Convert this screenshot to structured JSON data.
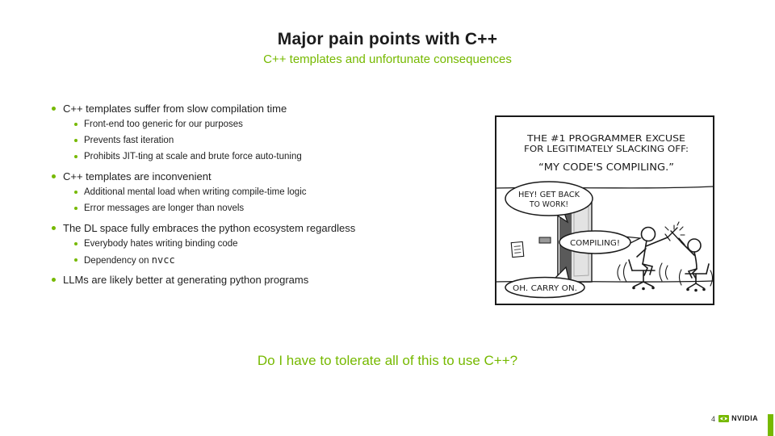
{
  "slide": {
    "title": "Major pain points with C++",
    "subtitle": "C++ templates and unfortunate consequences",
    "bullets": [
      {
        "label": "C++ templates suffer from slow compilation time",
        "subs": [
          {
            "text": "Front-end too generic for our purposes"
          },
          {
            "text": "Prevents fast iteration"
          },
          {
            "text": "Prohibits JIT-ting at scale and brute force auto-tuning"
          }
        ]
      },
      {
        "label": "C++ templates are inconvenient",
        "subs": [
          {
            "text": "Additional mental load when writing compile-time logic"
          },
          {
            "text": "Error messages are longer than novels"
          }
        ]
      },
      {
        "label": "The DL space fully embraces the python ecosystem regardless",
        "subs": [
          {
            "text": "Everybody hates writing binding code"
          },
          {
            "text": "Dependency on ",
            "code": "nvcc"
          }
        ]
      },
      {
        "label": "LLMs are likely better at generating python programs",
        "subs": []
      }
    ],
    "question": "Do I have to tolerate all of this to use C++?"
  },
  "comic": {
    "caption_line1": "THE #1 PROGRAMMER EXCUSE",
    "caption_line2": "FOR LEGITIMATELY SLACKING OFF:",
    "quote": "“MY CODE'S COMPILING.”",
    "boss_bubble_line1": "HEY! GET BACK",
    "boss_bubble_line2": "TO WORK!",
    "reply_bubble": "COMPILING!",
    "boss_reply_bubble": "OH. CARRY ON."
  },
  "footer": {
    "page_number": "4",
    "brand": "NVIDIA"
  },
  "colors": {
    "accent_green": "#76b900",
    "text_dark": "#1f1f1f"
  }
}
